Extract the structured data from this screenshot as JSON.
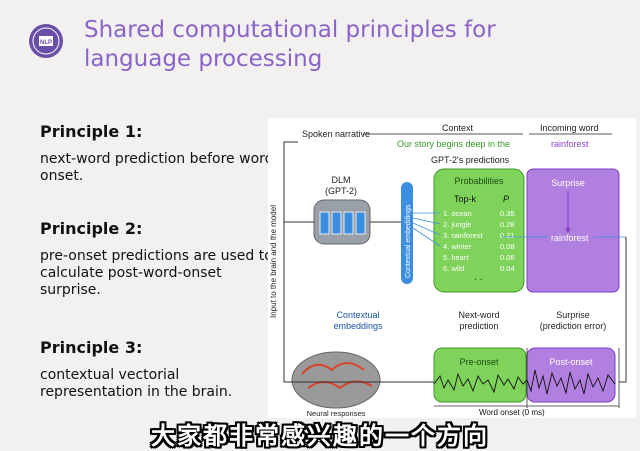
{
  "slide": {
    "title": "Shared computational principles for language processing",
    "principles": [
      {
        "heading": "Principle 1:",
        "text": "next-word prediction before word onset."
      },
      {
        "heading": "Principle 2:",
        "text": "pre-onset predictions are used to calculate post-word-onset surprise."
      },
      {
        "heading": "Principle 3:",
        "text": "contextual vectorial representation in the brain."
      }
    ]
  },
  "diagram": {
    "spoken_narrative": "Spoken narrative",
    "context_label": "Context",
    "context_sentence": "Our story begins deep in the",
    "incoming_word_label": "Incoming word",
    "incoming_word": "rainforest",
    "gpt2_predictions": "GPT-2's predictions",
    "dlm_line1": "DLM",
    "dlm_line2": "(GPT-2)",
    "contextual_embeddings_vertical": "Contextual embeddings",
    "input_vertical": "Input to the brain and the model",
    "probabilities_label": "Probabilities",
    "topk_label": "Top-k",
    "p_label": "P",
    "topk": [
      {
        "word": "1. ocean",
        "p": "0.35"
      },
      {
        "word": "2. jungle",
        "p": "0.28"
      },
      {
        "word": "3. rainforest",
        "p": "0.21"
      },
      {
        "word": "4. winter",
        "p": "0.08"
      },
      {
        "word": "5. heart",
        "p": "0.06"
      },
      {
        "word": "6. wild",
        "p": "0.04"
      }
    ],
    "surprise_label": "Surprise",
    "surprise_word": "rainforest",
    "contextual_line1": "Contextual",
    "contextual_line2": "embeddings",
    "nextword_line1": "Next-word",
    "nextword_line2": "prediction",
    "surprise_bottom_line1": "Surprise",
    "surprise_bottom_line2": "(prediction error)",
    "pre_onset": "Pre-onset",
    "post_onset": "Post-onset",
    "word_onset": "Word onset (0 ms)",
    "brain_caption": "Neural responses"
  },
  "subtitle": "大家都非常感兴趣的一个方向",
  "colors": {
    "title": "#8a63c9",
    "green": "#7fd35a",
    "purple": "#b07fe0",
    "blue": "#3c8fe0"
  }
}
